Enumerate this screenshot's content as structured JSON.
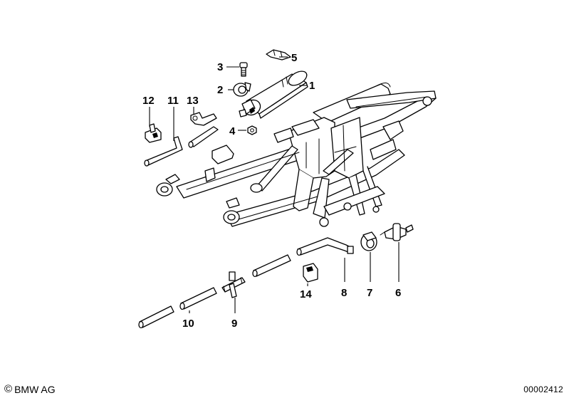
{
  "diagram": {
    "callouts": [
      {
        "id": "1",
        "label": "1"
      },
      {
        "id": "2",
        "label": "2"
      },
      {
        "id": "3",
        "label": "3"
      },
      {
        "id": "4",
        "label": "4"
      },
      {
        "id": "5",
        "label": "5"
      },
      {
        "id": "6",
        "label": "6"
      },
      {
        "id": "7",
        "label": "7"
      },
      {
        "id": "8",
        "label": "8"
      },
      {
        "id": "9",
        "label": "9"
      },
      {
        "id": "10",
        "label": "10"
      },
      {
        "id": "11",
        "label": "11"
      },
      {
        "id": "12",
        "label": "12"
      },
      {
        "id": "13",
        "label": "13"
      },
      {
        "id": "14",
        "label": "14"
      }
    ]
  },
  "footer": {
    "copyright_symbol": "©",
    "brand": "BMW AG",
    "drawing_number": "00002412"
  },
  "colors": {
    "ink": "#000000",
    "paper": "#ffffff"
  }
}
